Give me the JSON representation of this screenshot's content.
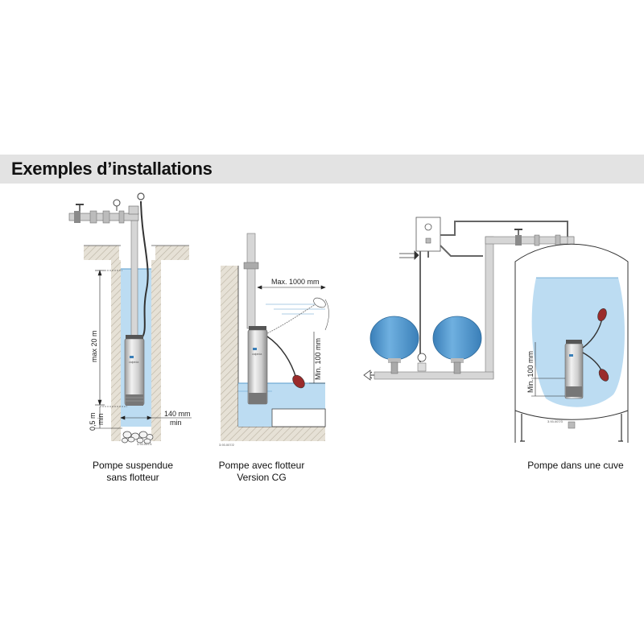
{
  "header": {
    "title": "Exemples d’installations"
  },
  "panels": [
    {
      "caption_line1": "Pompe suspendue",
      "caption_line2": "sans flotteur",
      "dims": {
        "height": "max 20 m",
        "bottom": "0,5 m",
        "bottom_min": "min",
        "width": "140 mm",
        "width_min": "min"
      },
      "ref": "3.93.007/1"
    },
    {
      "caption_line1": "Pompe avec flotteur",
      "caption_line2": "Version CG",
      "dims": {
        "float_length": "Max. 1000 mm",
        "level": "Min. 100 mm"
      },
      "ref": "3.93.007/2"
    },
    {
      "caption_line1": "Pompe dans une cuve",
      "dims": {
        "level": "Min. 100 mm"
      },
      "ref": "3.93.007/3"
    }
  ],
  "brand": "calpeda",
  "colors": {
    "water": "#bcdcf2",
    "water_line": "#5a9ccc",
    "tank_blue": "#4a92c8",
    "pipe": "#d0d0d0",
    "ground": "#e4dfd4",
    "header_band": "#e3e3e3"
  }
}
